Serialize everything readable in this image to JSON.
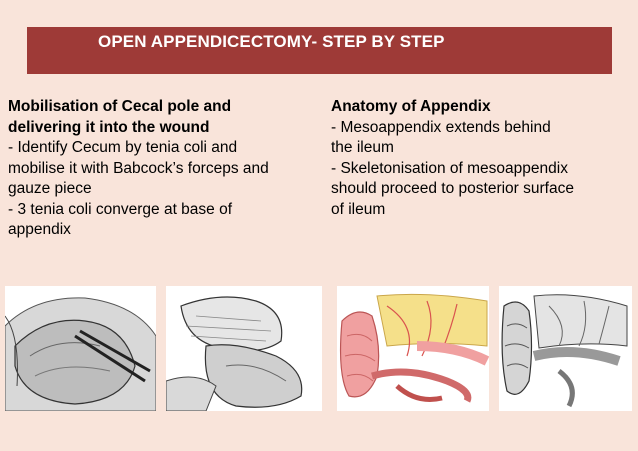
{
  "slide": {
    "title": "OPEN APPENDICECTOMY- STEP BY STEP",
    "colors": {
      "background": "#f9e4da",
      "title_bar": "#9e3a37",
      "title_text": "#ffffff"
    }
  },
  "left_column": {
    "heading_lines": [
      "Mobilisation of Cecal pole and",
      "delivering it into the wound"
    ],
    "body_lines": [
      " - Identify Cecum by tenia coli and",
      "mobilise it with Babcock’s forceps and",
      "gauze piece",
      " - 3 tenia coli converge at base of",
      "appendix"
    ]
  },
  "right_column": {
    "heading_lines": [
      "Anatomy of Appendix"
    ],
    "body_lines": [
      " - Mesoappendix extends behind",
      "the ileum",
      " - Skeletonisation of mesoappendix",
      "should proceed to posterior surface",
      "of ileum"
    ]
  },
  "illustrations": [
    {
      "name": "cecum-forceps-illustration",
      "style": "grayscale"
    },
    {
      "name": "cecum-gauze-illustration",
      "style": "grayscale"
    },
    {
      "name": "colored-appendix-anatomy-illustration",
      "style": "color"
    },
    {
      "name": "mesoappendix-anatomy-illustration",
      "style": "grayscale"
    }
  ]
}
